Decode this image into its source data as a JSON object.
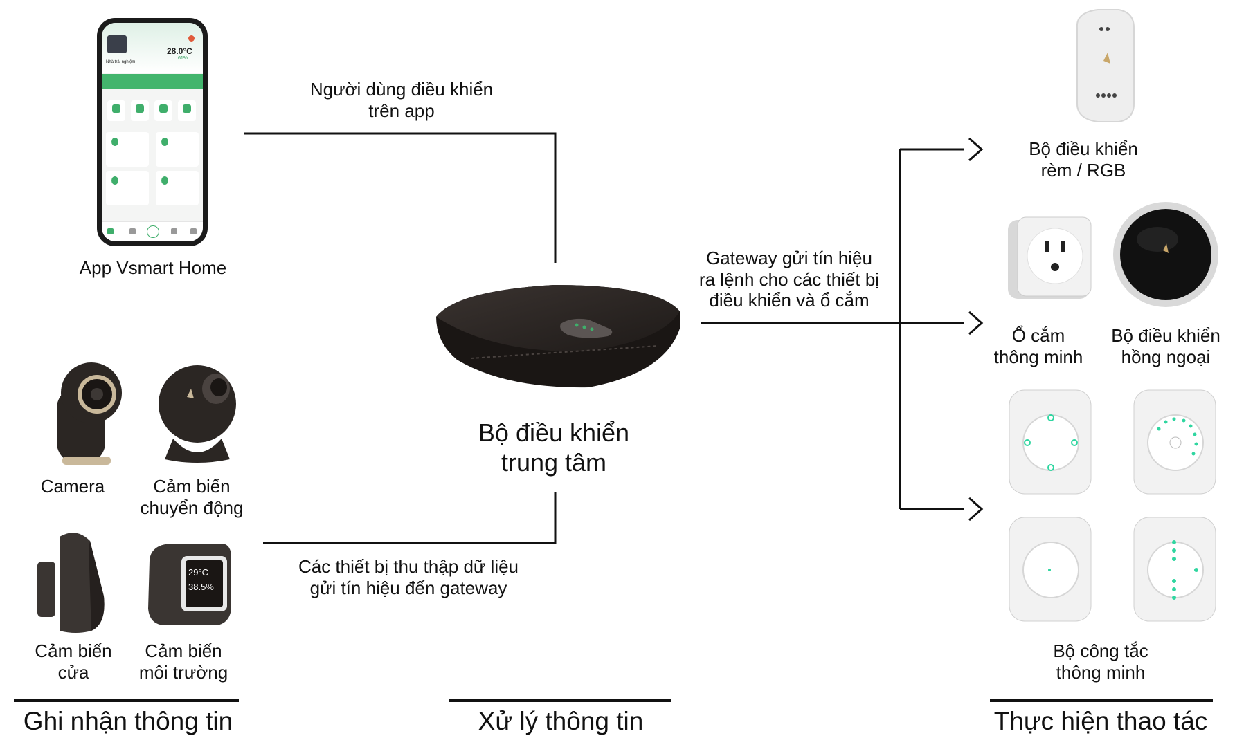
{
  "app": {
    "label": "App Vsmart Home",
    "screen": {
      "temperature": "28.0°C",
      "humidity": "61%",
      "home_name": "Nhà trải nghiệm"
    }
  },
  "arrows": {
    "user_control": [
      "Người dùng điều khiển",
      "trên app"
    ],
    "gateway_send": [
      "Gateway gửi tín hiệu",
      "ra lệnh cho các thiết bị",
      "điều khiển và ổ cắm"
    ],
    "collect": [
      "Các thiết bị thu thập dữ liệu",
      "gửi tín hiệu đến gateway"
    ]
  },
  "hub": {
    "label": [
      "Bộ điều khiển",
      "trung tâm"
    ]
  },
  "sensors": [
    {
      "id": "camera",
      "label": [
        "Camera"
      ]
    },
    {
      "id": "motion",
      "label": [
        "Cảm biến",
        "chuyển động"
      ]
    },
    {
      "id": "door",
      "label": [
        "Cảm biến",
        "cửa"
      ]
    },
    {
      "id": "env",
      "label": [
        "Cảm biến",
        "môi trường"
      ],
      "display": [
        "29°C",
        "38.5%"
      ]
    }
  ],
  "actuators": [
    {
      "id": "curtain",
      "label": [
        "Bộ điều khiển",
        "rèm / RGB"
      ]
    },
    {
      "id": "socket",
      "label": [
        "Ổ cắm",
        "thông minh"
      ]
    },
    {
      "id": "ir",
      "label": [
        "Bộ điều khiển",
        "hồng ngoại"
      ]
    },
    {
      "id": "switch",
      "label": [
        "Bộ công tắc",
        "thông minh"
      ]
    }
  ],
  "sections": {
    "input": "Ghi nhận thông tin",
    "process": "Xử lý thông tin",
    "output": "Thực hiện thao tác"
  },
  "colors": {
    "accent_green": "#3fae6b",
    "device_dark": "#2b2623",
    "line": "#111111"
  }
}
